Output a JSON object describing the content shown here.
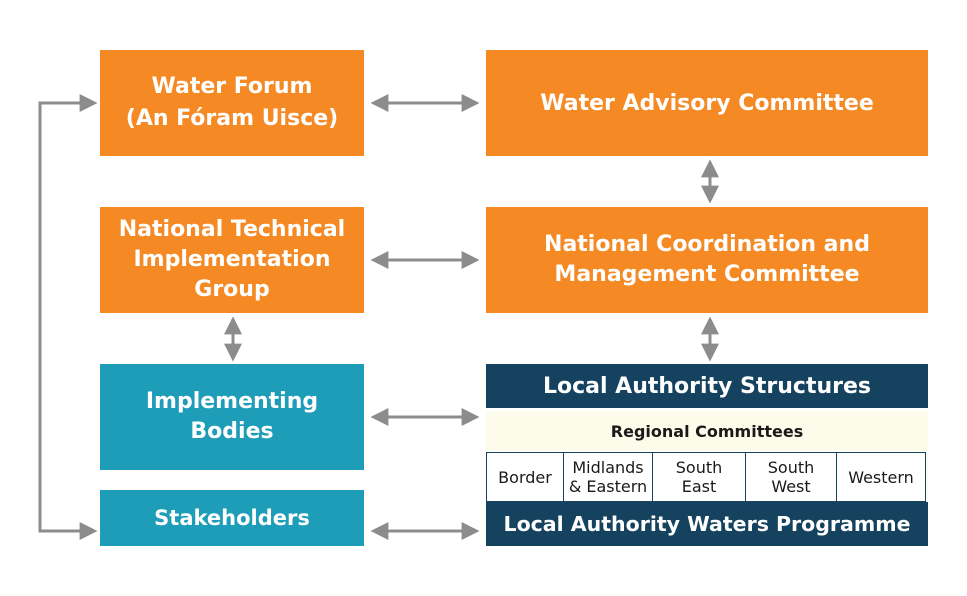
{
  "boxes": {
    "water_forum": "Water Forum\n(An Fóram Uisce)",
    "water_advisory": "Water Advisory Committee",
    "ntig": "National Technical\nImplementation\nGroup",
    "ncmc": "National Coordination and\nManagement Committee",
    "implementing_bodies": "Implementing\nBodies",
    "stakeholders": "Stakeholders",
    "local_authority_structures": "Local Authority Structures",
    "regional_committees": "Regional Committees",
    "regions": [
      "Border",
      "Midlands\n& Eastern",
      "South\nEast",
      "South\nWest",
      "Western"
    ],
    "lawp": "Local Authority Waters Programme"
  },
  "colors": {
    "orange": "#f58a25",
    "teal": "#1e9db8",
    "navy": "#15425f",
    "cream": "#fdfbe9",
    "arrow": "#8c8c8c"
  }
}
